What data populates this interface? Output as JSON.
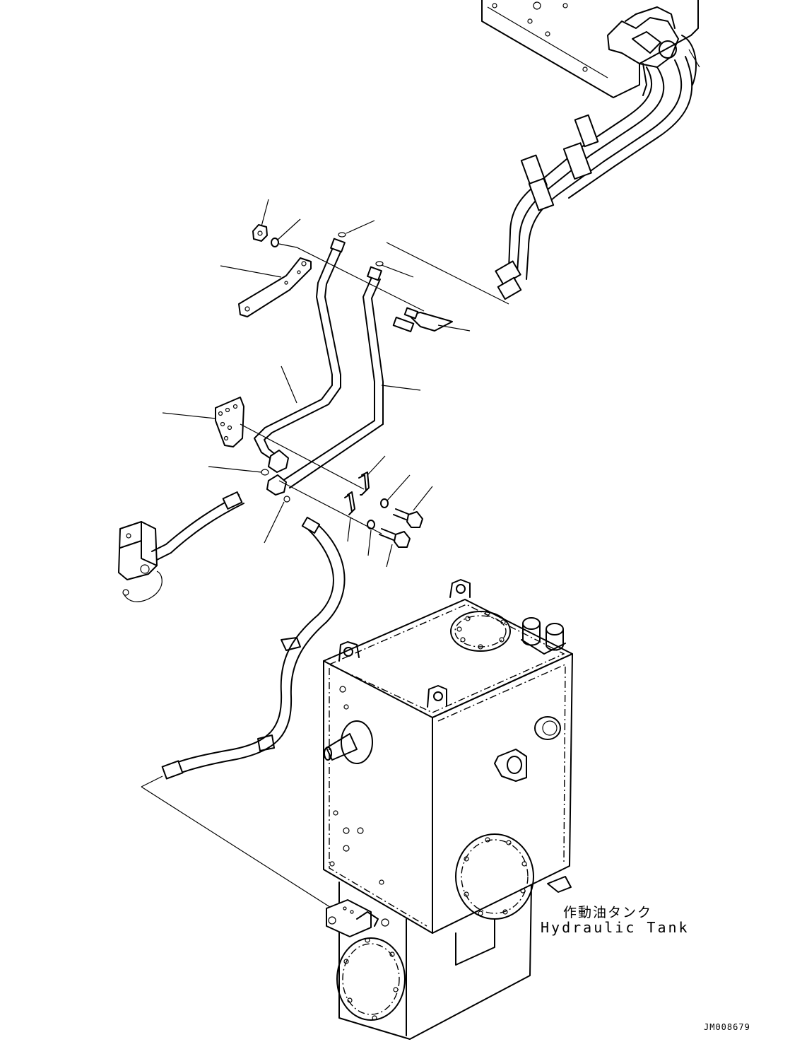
{
  "tank_label": {
    "japanese": "作動油タンク",
    "english": "Hydraulic Tank"
  },
  "drawing_number": "JM008679"
}
